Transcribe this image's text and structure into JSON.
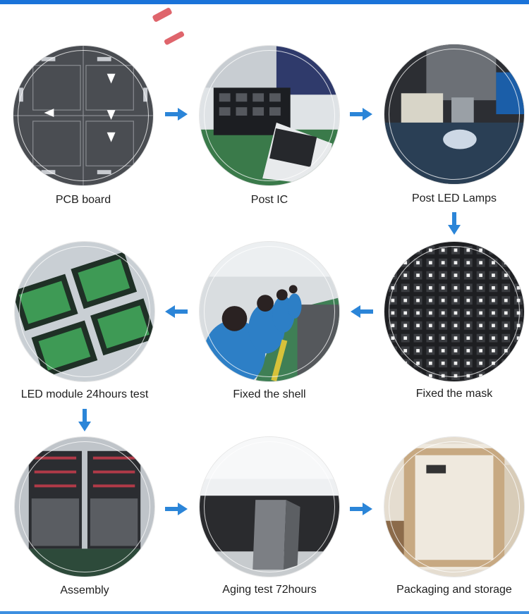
{
  "colors": {
    "arrow": "#2b85d8",
    "accent": "#1a73d9"
  },
  "steps": [
    {
      "label": "PCB board",
      "icon": "pcb-board-photo"
    },
    {
      "label": "Post IC",
      "icon": "post-ic-photo"
    },
    {
      "label": "Post LED Lamps",
      "icon": "led-lamps-photo"
    },
    {
      "label": "Fixed the mask",
      "icon": "mask-photo"
    },
    {
      "label": "Fixed the shell",
      "icon": "shell-photo"
    },
    {
      "label": "LED module 24hours test",
      "icon": "module-test-photo"
    },
    {
      "label": "Assembly",
      "icon": "assembly-photo"
    },
    {
      "label": "Aging test 72hours",
      "icon": "aging-test-photo"
    },
    {
      "label": "Packaging and storage",
      "icon": "packaging-photo"
    }
  ]
}
